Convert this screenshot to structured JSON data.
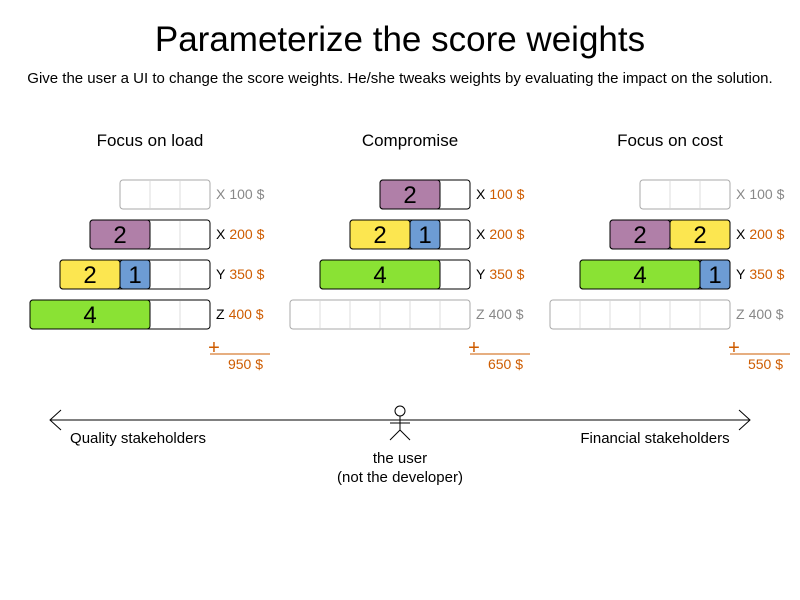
{
  "header": {
    "title": "Parameterize the score weights",
    "subtitle": "Give the user a UI to change the score weights. He/she tweaks weights by evaluating the impact on the solution."
  },
  "colors": {
    "purple": "#b07fa8",
    "yellow": "#fce650",
    "blue": "#6d9cd4",
    "green": "#8ae234",
    "used_cost": "#ce5c00",
    "unused_cost": "#888888",
    "border_dark": "#000000",
    "border_light": "#aaaaaa"
  },
  "computer_labels": [
    "X",
    "X",
    "Y",
    "Z"
  ],
  "columns": [
    {
      "title": "Focus on load",
      "rows": [
        {
          "used": false,
          "letter": "X",
          "cost": "100 $",
          "segments": []
        },
        {
          "used": true,
          "letter": "X",
          "cost": "200 $",
          "segments": [
            {
              "text": "2",
              "cells": 2,
              "color": "purple"
            }
          ]
        },
        {
          "used": true,
          "letter": "Y",
          "cost": "350 $",
          "segments": [
            {
              "text": "2",
              "cells": 2,
              "color": "yellow"
            },
            {
              "text": "1",
              "cells": 1,
              "color": "blue"
            }
          ]
        },
        {
          "used": true,
          "letter": "Z",
          "cost": "400 $",
          "segments": [
            {
              "text": "4",
              "cells": 4,
              "color": "green"
            }
          ]
        }
      ],
      "plus": "+",
      "total": "950 $"
    },
    {
      "title": "Compromise",
      "rows": [
        {
          "used": true,
          "letter": "X",
          "cost": "100 $",
          "segments": [
            {
              "text": "2",
              "cells": 2,
              "color": "purple"
            }
          ]
        },
        {
          "used": true,
          "letter": "X",
          "cost": "200 $",
          "segments": [
            {
              "text": "2",
              "cells": 2,
              "color": "yellow"
            },
            {
              "text": "1",
              "cells": 1,
              "color": "blue"
            }
          ]
        },
        {
          "used": true,
          "letter": "Y",
          "cost": "350 $",
          "segments": [
            {
              "text": "4",
              "cells": 4,
              "color": "green"
            }
          ]
        },
        {
          "used": false,
          "letter": "Z",
          "cost": "400 $",
          "segments": []
        }
      ],
      "plus": "+",
      "total": "650 $"
    },
    {
      "title": "Focus on cost",
      "rows": [
        {
          "used": false,
          "letter": "X",
          "cost": "100 $",
          "segments": []
        },
        {
          "used": true,
          "letter": "X",
          "cost": "200 $",
          "segments": [
            {
              "text": "2",
              "cells": 2,
              "color": "purple"
            },
            {
              "text": "2",
              "cells": 2,
              "color": "yellow"
            }
          ]
        },
        {
          "used": true,
          "letter": "Y",
          "cost": "350 $",
          "segments": [
            {
              "text": "4",
              "cells": 4,
              "color": "green"
            },
            {
              "text": "1",
              "cells": 1,
              "color": "blue"
            }
          ]
        },
        {
          "used": false,
          "letter": "Z",
          "cost": "400 $",
          "segments": []
        }
      ],
      "plus": "+",
      "total": "550 $"
    }
  ],
  "footer": {
    "left_label": "Quality stakeholders",
    "right_label": "Financial stakeholders",
    "user_label_line1": "the user",
    "user_label_line2": "(not the developer)",
    "user_icon": "stick-figure-icon"
  }
}
